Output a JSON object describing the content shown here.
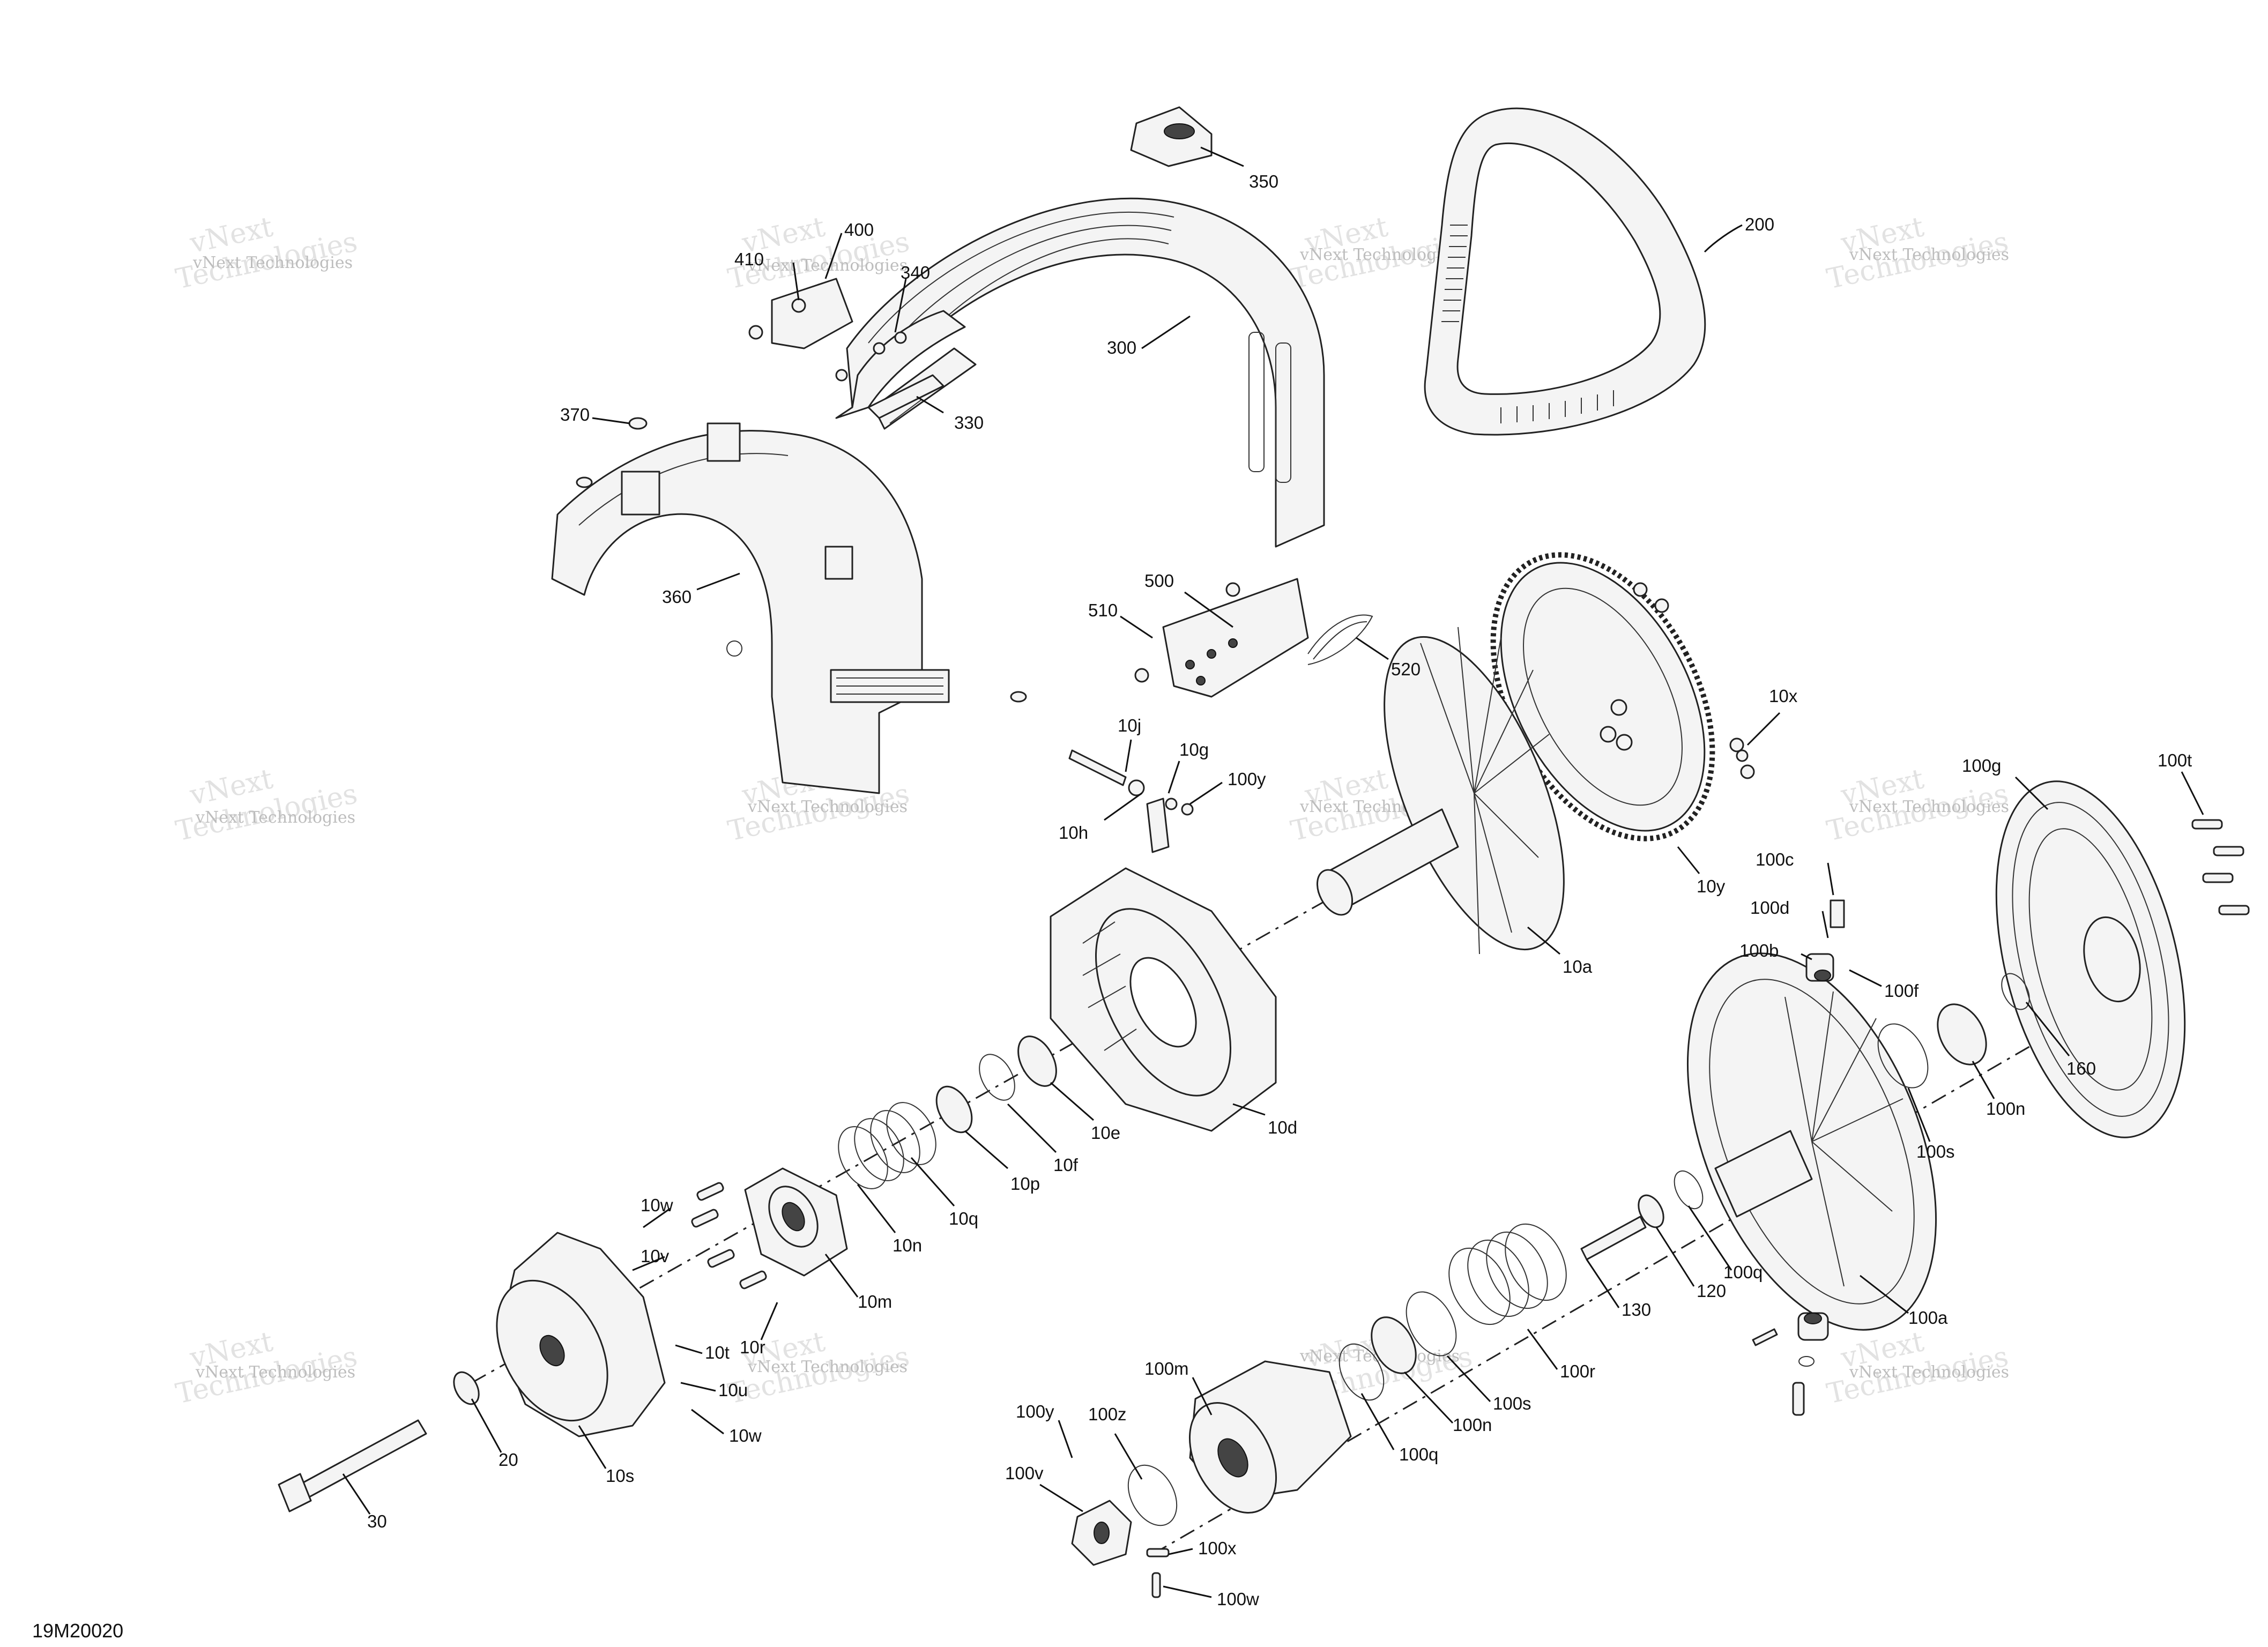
{
  "diagram": {
    "code": "19M20020",
    "watermark": {
      "line1": "vNext",
      "line2": "Technologies",
      "small": "vNext Technologies"
    },
    "callouts": [
      {
        "id": "350",
        "text": "350"
      },
      {
        "id": "200",
        "text": "200"
      },
      {
        "id": "400",
        "text": "400"
      },
      {
        "id": "410",
        "text": "410"
      },
      {
        "id": "340",
        "text": "340"
      },
      {
        "id": "300",
        "text": "300"
      },
      {
        "id": "330",
        "text": "330"
      },
      {
        "id": "370",
        "text": "370"
      },
      {
        "id": "360",
        "text": "360"
      },
      {
        "id": "500",
        "text": "500"
      },
      {
        "id": "510",
        "text": "510"
      },
      {
        "id": "520",
        "text": "520"
      },
      {
        "id": "10x",
        "text": "10x"
      },
      {
        "id": "10j",
        "text": "10j"
      },
      {
        "id": "10g",
        "text": "10g"
      },
      {
        "id": "100y-top",
        "text": "100y"
      },
      {
        "id": "10h",
        "text": "10h"
      },
      {
        "id": "10y",
        "text": "10y"
      },
      {
        "id": "100g",
        "text": "100g"
      },
      {
        "id": "100t",
        "text": "100t"
      },
      {
        "id": "100c",
        "text": "100c"
      },
      {
        "id": "100d",
        "text": "100d"
      },
      {
        "id": "100b",
        "text": "100b"
      },
      {
        "id": "100f",
        "text": "100f"
      },
      {
        "id": "10a",
        "text": "10a"
      },
      {
        "id": "160",
        "text": "160"
      },
      {
        "id": "100n-right",
        "text": "100n"
      },
      {
        "id": "100s-right",
        "text": "100s"
      },
      {
        "id": "10e",
        "text": "10e"
      },
      {
        "id": "10d",
        "text": "10d"
      },
      {
        "id": "10f",
        "text": "10f"
      },
      {
        "id": "10p",
        "text": "10p"
      },
      {
        "id": "10q",
        "text": "10q"
      },
      {
        "id": "10n",
        "text": "10n"
      },
      {
        "id": "10w-top",
        "text": "10w"
      },
      {
        "id": "10v",
        "text": "10v"
      },
      {
        "id": "10m",
        "text": "10m"
      },
      {
        "id": "100q-right",
        "text": "100q"
      },
      {
        "id": "120",
        "text": "120"
      },
      {
        "id": "130",
        "text": "130"
      },
      {
        "id": "100a",
        "text": "100a"
      },
      {
        "id": "10r",
        "text": "10r"
      },
      {
        "id": "10t",
        "text": "10t"
      },
      {
        "id": "10u",
        "text": "10u"
      },
      {
        "id": "10w-bottom",
        "text": "10w"
      },
      {
        "id": "100r",
        "text": "100r"
      },
      {
        "id": "100s-mid",
        "text": "100s"
      },
      {
        "id": "100n-mid",
        "text": "100n"
      },
      {
        "id": "100q-mid",
        "text": "100q"
      },
      {
        "id": "100m",
        "text": "100m"
      },
      {
        "id": "20",
        "text": "20"
      },
      {
        "id": "10s",
        "text": "10s"
      },
      {
        "id": "30",
        "text": "30"
      },
      {
        "id": "100y-bottom",
        "text": "100y"
      },
      {
        "id": "100z",
        "text": "100z"
      },
      {
        "id": "100v",
        "text": "100v"
      },
      {
        "id": "100x",
        "text": "100x"
      },
      {
        "id": "100w",
        "text": "100w"
      }
    ]
  }
}
